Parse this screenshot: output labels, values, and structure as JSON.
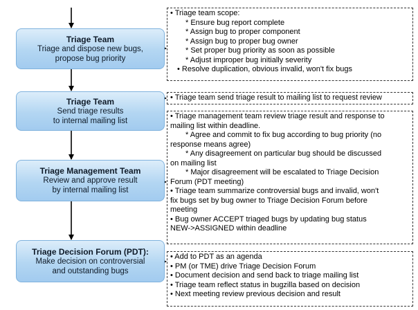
{
  "boxes": [
    {
      "title": "Triage Team",
      "lines": [
        "Triage and dispose new bugs,",
        "propose bug priority"
      ]
    },
    {
      "title": "Triage Team",
      "lines": [
        "Send triage results",
        "to internal mailing list"
      ]
    },
    {
      "title": "Triage Management Team",
      "lines": [
        "Review and approve result",
        "by internal mailing list"
      ]
    },
    {
      "title": "Triage Decision Forum (PDT):",
      "lines": [
        "Make decision on controversial",
        "and outstanding bugs"
      ]
    }
  ],
  "notes": {
    "scope": {
      "header": "• Triage team scope:",
      "items": [
        "* Ensure bug report complete",
        "* Assign bug to proper component",
        "* Assign bug to proper bug owner",
        "* Set proper bug priority as soon as possible",
        "* Adjust improper bug initially severity",
        "• Resolve duplication, obvious invalid, won't fix bugs"
      ]
    },
    "send": {
      "text": "• Triage team send triage result to mailing list to request review"
    },
    "review": {
      "l1": "• Triage management team review triage result and response to",
      "l2": "mailing list within deadline.",
      "s1a": "* Agree and commit to fix bug according to bug priority (no",
      "s1b": "response means agree)",
      "s2a": "* Any disagreement on particular bug should be discussed",
      "s2b": "on mailing list",
      "s3a": "* Major disagreement will be escalated to Triage Decision",
      "s3b": "Forum (PDT meeting)",
      "b2a": "• Triage team summarize controversial bugs  and invalid, won't",
      "b2b": "fix bugs set by bug owner to Triage Decision Forum before",
      "b2c": "meeting",
      "b3a": "• Bug owner ACCEPT triaged bugs by updating bug status",
      "b3b": "NEW->ASSIGNED within deadline"
    },
    "pdt": {
      "items": [
        "• Add to PDT as an agenda",
        "• PM (or TME) drive Triage Decision Forum",
        "• Document decision and send back to triage mailing list",
        "• Triage team reflect status in bugzilla based on decision",
        "• Next meeting review previous decision and result"
      ]
    }
  }
}
